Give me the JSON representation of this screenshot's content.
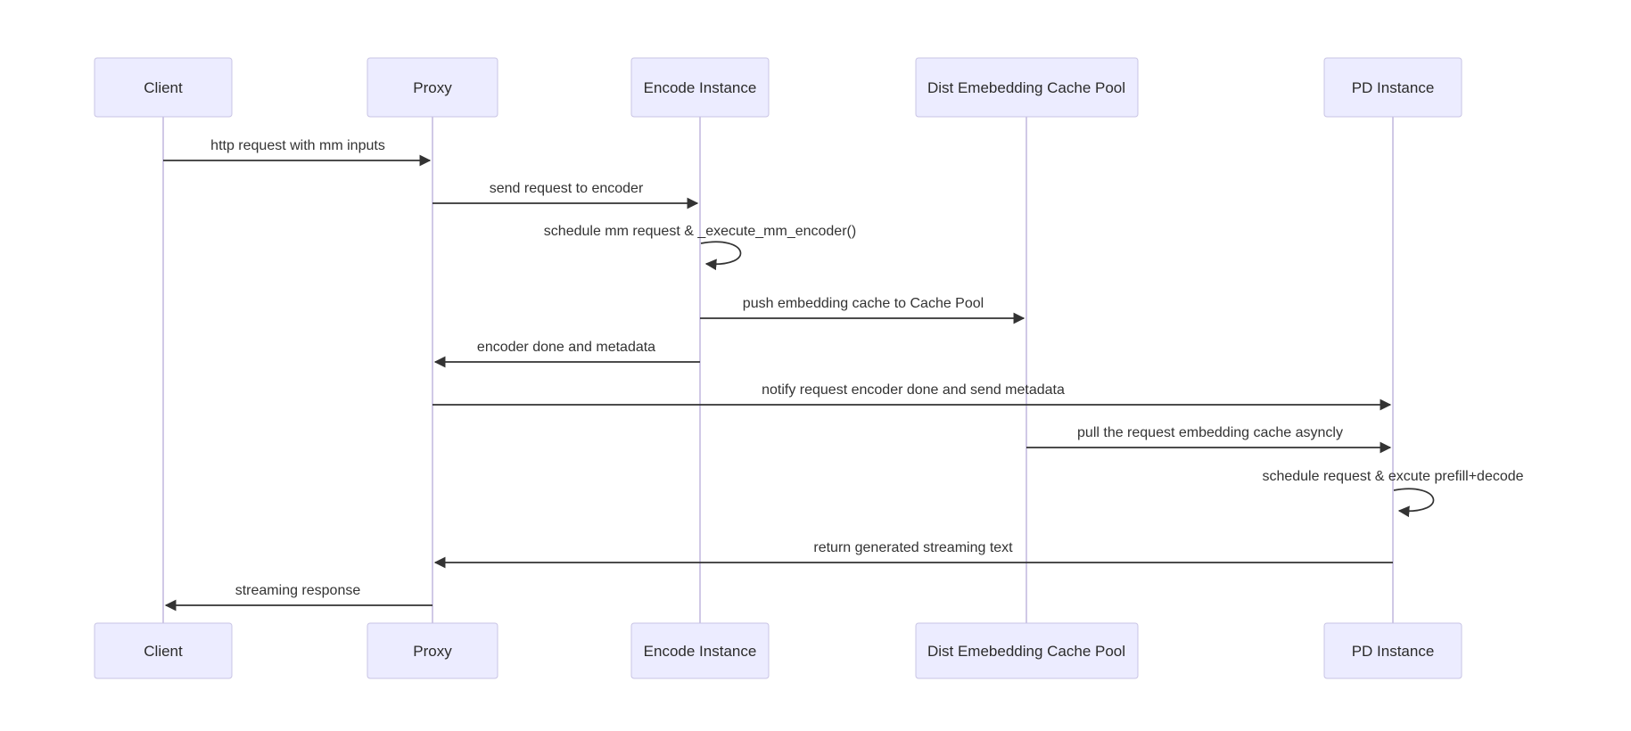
{
  "diagram": {
    "type": "sequence-diagram",
    "colors": {
      "background": "#ffffff",
      "actor_fill": "#ececff",
      "actor_border": "#c9c4e4",
      "lifeline": "#d0c9e6",
      "arrow": "#333333",
      "text": "#333333"
    }
  },
  "participants": [
    {
      "id": "client",
      "label": "Client"
    },
    {
      "id": "proxy",
      "label": "Proxy"
    },
    {
      "id": "encode-instance",
      "label": "Encode Instance"
    },
    {
      "id": "dist-embedding-cache-pool",
      "label": "Dist Emebedding Cache Pool"
    },
    {
      "id": "pd-instance",
      "label": "PD Instance"
    }
  ],
  "messages": [
    {
      "from": "Client",
      "to": "Proxy",
      "kind": "solid-arrow",
      "label": "http request with mm inputs"
    },
    {
      "from": "Proxy",
      "to": "Encode Instance",
      "kind": "solid-arrow",
      "label": "send request to encoder"
    },
    {
      "from": "Encode Instance",
      "to": "Encode Instance",
      "kind": "self-loop",
      "label": "schedule mm request & _execute_mm_encoder()"
    },
    {
      "from": "Encode Instance",
      "to": "Dist Emebedding Cache Pool",
      "kind": "solid-arrow",
      "label": "push embedding cache to Cache Pool"
    },
    {
      "from": "Encode Instance",
      "to": "Proxy",
      "kind": "solid-arrow",
      "label": "encoder done and metadata"
    },
    {
      "from": "Proxy",
      "to": "PD Instance",
      "kind": "solid-arrow",
      "label": "notify request encoder done and send metadata"
    },
    {
      "from": "Dist Emebedding Cache Pool",
      "to": "PD Instance",
      "kind": "solid-arrow",
      "label": "pull the request embedding cache asyncly"
    },
    {
      "from": "PD Instance",
      "to": "PD Instance",
      "kind": "self-loop",
      "label": "schedule request & excute prefill+decode"
    },
    {
      "from": "PD Instance",
      "to": "Proxy",
      "kind": "solid-arrow",
      "label": "return generated streaming text"
    },
    {
      "from": "Proxy",
      "to": "Client",
      "kind": "solid-arrow",
      "label": "streaming response"
    }
  ]
}
